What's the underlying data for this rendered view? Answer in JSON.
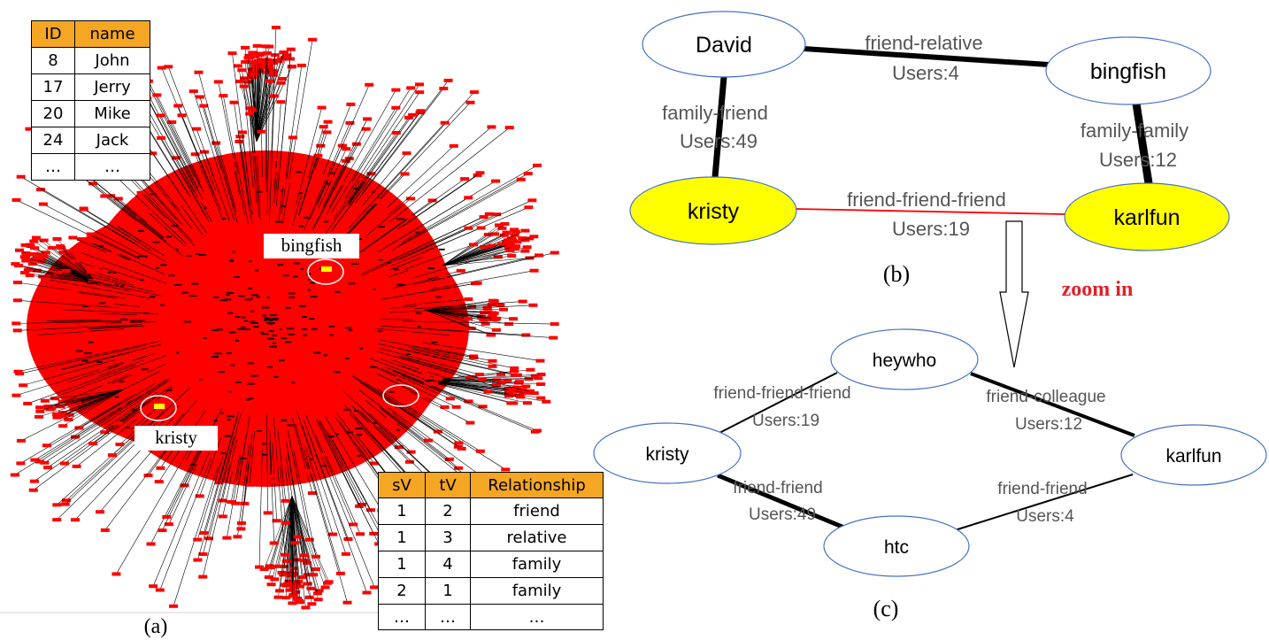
{
  "panel_a": {
    "caption": "(a)",
    "node_labels": {
      "bingfish": "bingfish",
      "kristy": "kristy"
    },
    "colors": {
      "node": "#ff0000",
      "edge": "#000000",
      "highlight": "#ffff00"
    },
    "vertex_table": {
      "headers": [
        "ID",
        "name"
      ],
      "rows": [
        [
          "8",
          "John"
        ],
        [
          "17",
          "Jerry"
        ],
        [
          "20",
          "Mike"
        ],
        [
          "24",
          "Jack"
        ],
        [
          "…",
          "…"
        ]
      ]
    },
    "edge_table": {
      "headers": [
        "sV",
        "tV",
        "Relationship"
      ],
      "rows": [
        [
          "1",
          "2",
          "friend"
        ],
        [
          "1",
          "3",
          "relative"
        ],
        [
          "1",
          "4",
          "family"
        ],
        [
          "2",
          "1",
          "family"
        ],
        [
          "…",
          "…",
          "…"
        ]
      ]
    }
  },
  "panel_b": {
    "caption": "(b)",
    "nodes": {
      "david": "David",
      "bingfish": "bingfish",
      "kristy": "kristy",
      "karlfun": "karlfun"
    },
    "edges": {
      "david_bingfish": {
        "relation": "friend-relative",
        "users": "Users:4"
      },
      "david_kristy": {
        "relation": "family-friend",
        "users": "Users:49"
      },
      "bingfish_karlfun": {
        "relation": "family-family",
        "users": "Users:12"
      },
      "kristy_karlfun": {
        "relation": "friend-friend-friend",
        "users": "Users:19"
      }
    },
    "colors": {
      "highlight_fill": "#ffff00",
      "node_border": "#4472c4",
      "highlight_edge": "#ff0000"
    }
  },
  "zoom_label": "zoom in",
  "panel_c": {
    "caption": "(c)",
    "nodes": {
      "heywho": "heywho",
      "kristy": "kristy",
      "karlfun": "karlfun",
      "htc": "htc"
    },
    "edges": {
      "kristy_heywho": {
        "relation": "friend-friend-friend",
        "users": "Users:19"
      },
      "heywho_karlfun": {
        "relation": "friend-colleague",
        "users": "Users:12"
      },
      "kristy_htc": {
        "relation": "friend-friend",
        "users": "Users:49"
      },
      "htc_karlfun": {
        "relation": "friend-friend",
        "users": "Users:4"
      }
    }
  }
}
